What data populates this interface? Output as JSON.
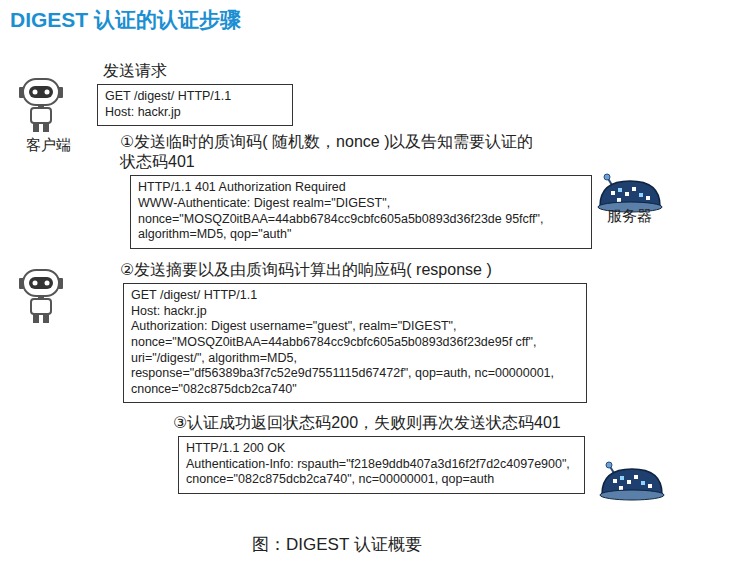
{
  "diagram": {
    "title": "DIGEST 认证的认证步骤",
    "caption": "图：DIGEST 认证概要",
    "nodes": [
      {
        "text": [
          "发送请求",
          "GET /digest/ HTTP/1.1",
          "Host: hackr.jp"
        ]
      },
      {
        "text": [
          "①发送临时的质询码( 随机数，nonce )以及告知需要认证的 状态码401",
          "HTTP/1.1 401 Authorization Required",
          "WWW-Authenticate: Digest realm=\"DIGEST\", nonce=\"MOSQZ0itBAA=44abb6784cc9cbfc605a5b0893d36f23de 95fcff\", algorithm=MD5, qop=\"auth\""
        ]
      },
      {
        "text": [
          "②发送摘要以及由质询码计算出的响应码( response )",
          "GET /digest/ HTTP/1.1",
          "Host: hackr.jp",
          "Authorization: Digest username=\"guest\", realm=\"DIGEST\", nonce=\"MOSQZ0itBAA=44abb6784cc9cbfc605a5b0893d36f23de95f cff\", uri=\"/digest/\", algorithm=MD5, response=\"df56389ba3f7c52e9d7551115d67472f\", qop=auth, nc=00000001, cnonce=\"082c875dcb2ca740\""
        ]
      },
      {
        "text": [
          "③认证成功返回状态码200，失败则再次发送状态码401",
          "HTTP/1.1 200 OK",
          "Authentication-Info: rspauth=\"f218e9ddb407a3d16f2f7d2c4097e900\", cnonce=\"082c875dcb2ca740\", nc=00000001, qop=auth"
        ]
      }
    ],
    "labels": [
      "客户端",
      "服务器"
    ]
  }
}
